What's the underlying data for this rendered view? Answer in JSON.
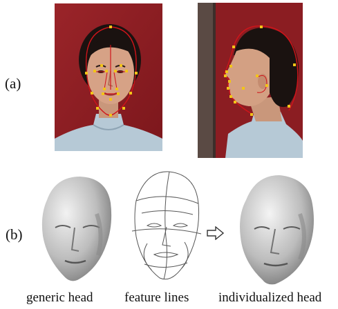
{
  "panel_labels": {
    "a": "(a)",
    "b": "(b)"
  },
  "captions": {
    "generic": "generic head",
    "features": "feature lines",
    "individualized": "individualized head"
  },
  "colors": {
    "photo_background": "#8e1e22",
    "feature_curve": "#d0141a",
    "feature_point": "#f2c418",
    "sweater": "#b4c8d6",
    "mesh": "#a8a8a8"
  },
  "icons": {
    "arrow": "hollow-right-arrow-icon"
  }
}
